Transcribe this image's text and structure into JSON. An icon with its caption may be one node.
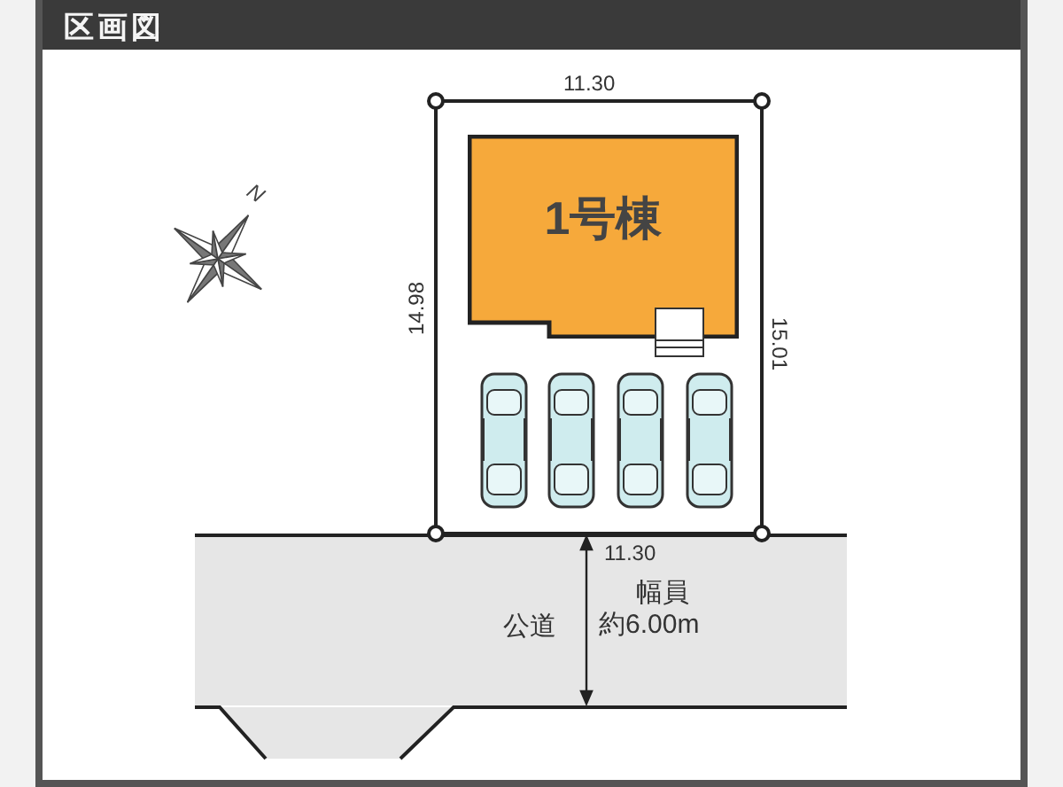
{
  "diagram": {
    "title": "区画図",
    "nodes": [
      {
        "text": [],
        "shape": "box"
      },
      {
        "text": [
          "1号棟"
        ],
        "in": 0
      },
      {
        "text": [
          "公道"
        ]
      }
    ],
    "labels": [
      "N",
      "11.30",
      "14.98",
      "15.01",
      "11.30",
      "幅員",
      "約6.00m"
    ]
  }
}
